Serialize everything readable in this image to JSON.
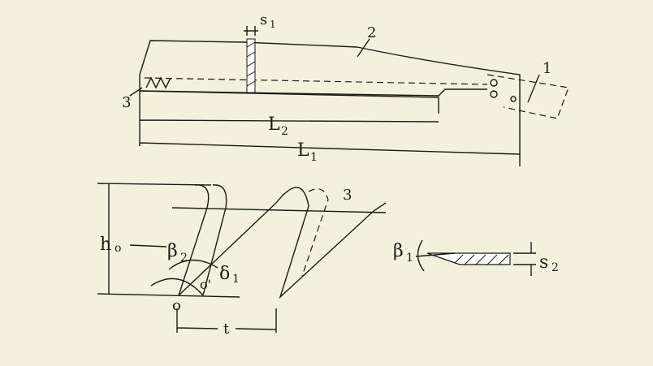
{
  "labels": {
    "s1": "s",
    "s1_sub": "1",
    "part2": "2",
    "part1": "1",
    "part3_top": "3",
    "L2": "L",
    "L2_sub": "2",
    "L1": "L",
    "L1_sub": "1",
    "h0": "h",
    "h0_sub": "o",
    "beta2": "β",
    "beta2_sub": "2",
    "delta1": "δ",
    "delta1_sub": "1",
    "o_prime": "o'",
    "o": "o",
    "t": "t",
    "part3_bottom": "3",
    "beta1": "β",
    "beta1_sub": "1",
    "s2": "s",
    "s2_sub": "2"
  }
}
